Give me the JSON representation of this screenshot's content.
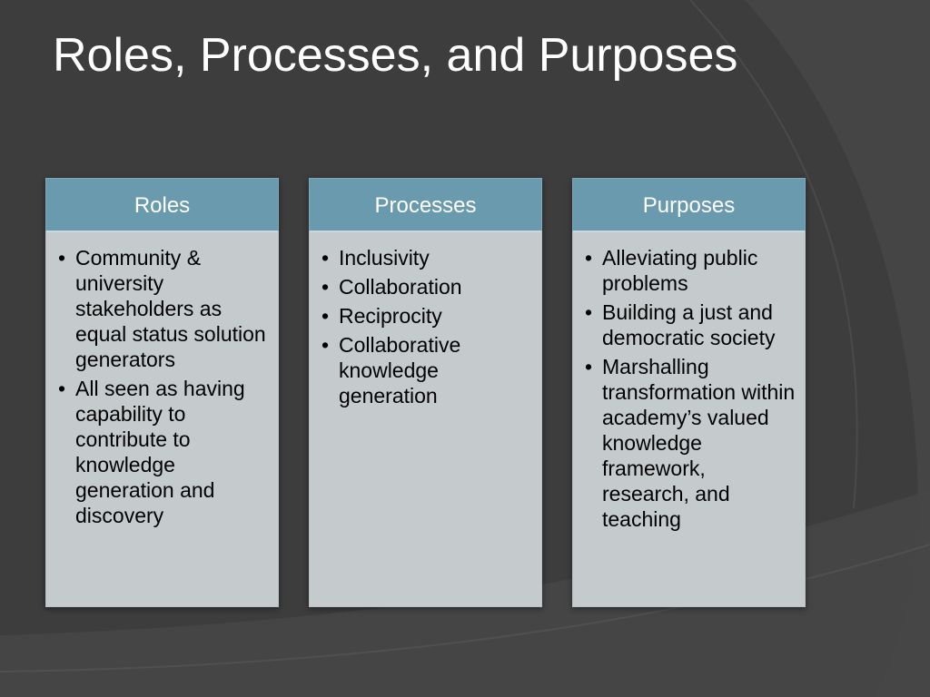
{
  "slide": {
    "title": "Roles, Processes, and Purposes"
  },
  "columns": [
    {
      "header": "Roles",
      "items": [
        "Community & university stakeholders as equal status solution generators",
        "All seen as having capability to contribute to knowledge generation and discovery"
      ]
    },
    {
      "header": "Processes",
      "items": [
        "Inclusivity",
        "Collaboration",
        "Reciprocity",
        "Collaborative knowledge generation"
      ]
    },
    {
      "header": "Purposes",
      "items": [
        "Alleviating public problems",
        "Building a just and democratic society",
        "Marshalling transformation within academy’s valued knowledge framework, research, and teaching"
      ]
    }
  ],
  "colors": {
    "background": "#3d3d3d",
    "header_fill": "#6a9aad",
    "body_fill": "#c5cbcd",
    "title_text": "#ffffff"
  }
}
